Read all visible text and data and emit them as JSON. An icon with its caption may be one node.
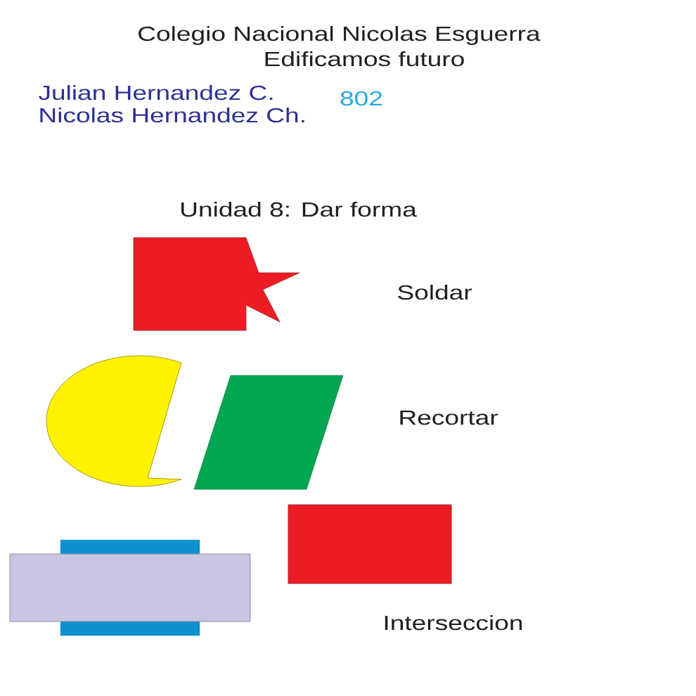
{
  "diagram": {
    "title": "Colegio Nacional Nicolas Esguerra",
    "nodes": [
      {
        "text": [],
        "shape": "polygon"
      },
      {
        "text": [],
        "shape": "circle"
      },
      {
        "text": [],
        "shape": "parallelogram"
      },
      {
        "text": [],
        "shape": "box"
      },
      {
        "text": [],
        "shape": "bar"
      },
      {
        "text": [],
        "shape": "box"
      }
    ],
    "labels": [
      "Edificamos futuro",
      "Julian Hernandez C.",
      "Nicolas Hernandez Ch.",
      "802",
      "Unidad 8: Dar forma",
      "Soldar",
      "Recortar",
      "Interseccion"
    ]
  }
}
